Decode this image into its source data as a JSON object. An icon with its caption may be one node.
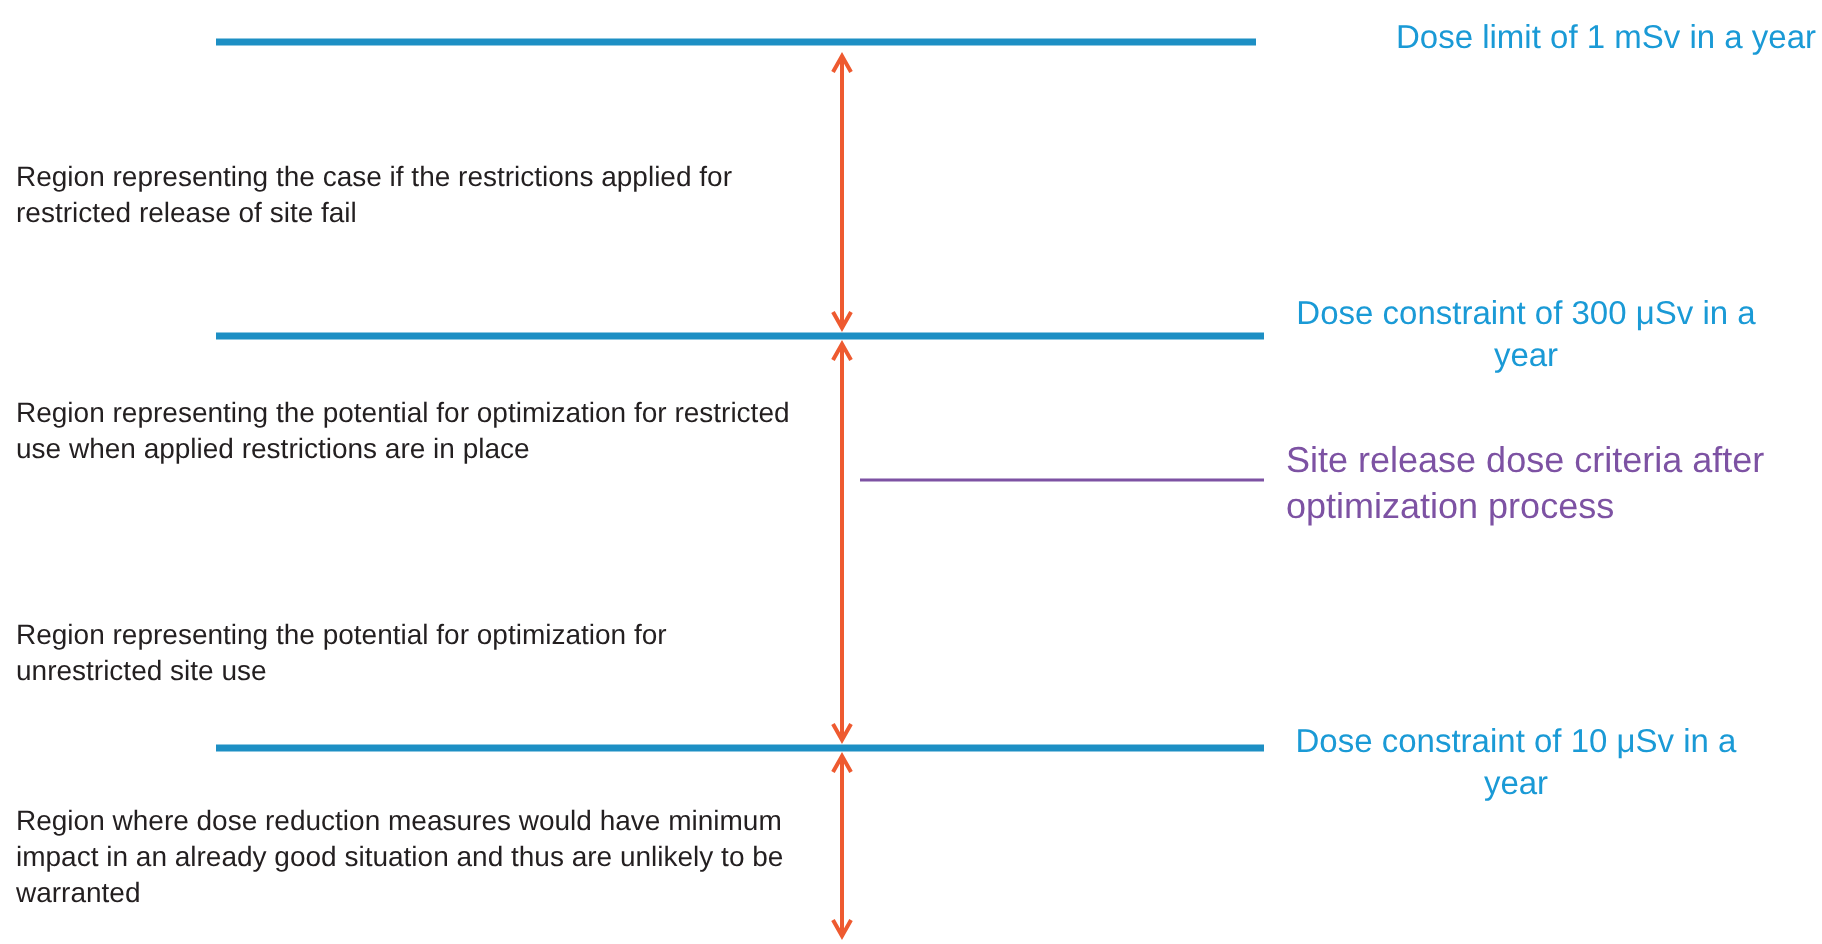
{
  "diagram": {
    "labels": [
      "Dose limit of 1 mSv in a year",
      "Region representing the case if the restrictions applied for restricted release of site fail",
      "Dose constraint of 300 μSv in a year",
      "Region representing the potential for optimization for restricted use when applied restrictions are in place",
      "Site release dose criteria after optimization process",
      "Region representing the potential for optimization for unrestricted site use",
      "Dose constraint of 10 μSv in a year",
      "Region where dose reduction measures would have minimum impact in an already good situation and thus are unlikely to be warranted"
    ]
  }
}
